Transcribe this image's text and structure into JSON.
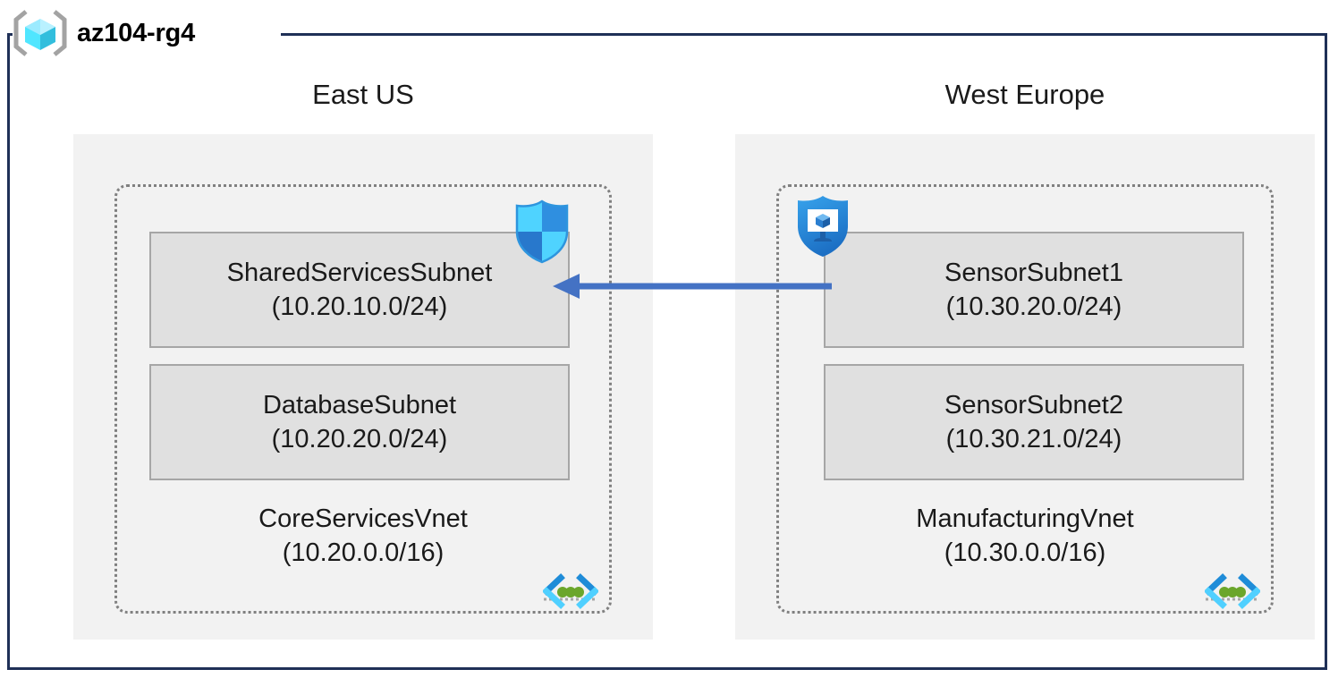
{
  "diagram": {
    "resource_group": {
      "name": "az104-rg4",
      "icon": "resource-group-icon",
      "frame_color": "#1F3057"
    },
    "regions": [
      {
        "id": "east-us",
        "title": "East US",
        "vnet": {
          "name": "CoreServicesVnet",
          "cidr": "(10.20.0.0/16)",
          "icon": "virtual-network-icon",
          "subnets": [
            {
              "name": "SharedServicesSubnet",
              "cidr": "(10.20.10.0/24)",
              "badge": "network-security-group-icon"
            },
            {
              "name": "DatabaseSubnet",
              "cidr": "(10.20.20.0/24)",
              "badge": null
            }
          ]
        }
      },
      {
        "id": "west-europe",
        "title": "West Europe",
        "vnet": {
          "name": "ManufacturingVnet",
          "cidr": "(10.30.0.0/16)",
          "icon": "virtual-network-icon",
          "subnets": [
            {
              "name": "SensorSubnet1",
              "cidr": "(10.30.20.0/24)",
              "badge": "application-security-group-icon"
            },
            {
              "name": "SensorSubnet2",
              "cidr": "(10.30.21.0/24)",
              "badge": null
            }
          ]
        }
      }
    ],
    "connection": {
      "name": "vnet-peering-arrow",
      "direction": "right-to-left",
      "color": "#4472C4"
    },
    "colors": {
      "region_fill": "#F2F2F2",
      "subnet_fill": "#E0E0E0",
      "subnet_border": "#A6A6A6",
      "vnet_border": "#808080",
      "arrow": "#4472C4",
      "frame": "#1F3057",
      "rg_icon_cube": "#50E6FF",
      "nsg_shield": "#0078D4",
      "vnet_icon_dot": "#6BA62B"
    }
  }
}
